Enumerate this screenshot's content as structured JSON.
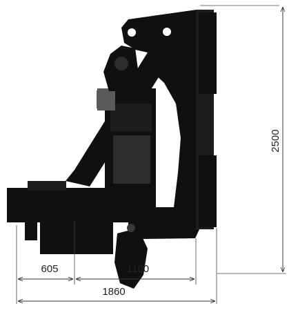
{
  "figure": {
    "subject": "side-view technical drawing of a heavy attachment with overall dimensions"
  },
  "dimensions": {
    "height": {
      "label": "2500",
      "value": 2500
    },
    "width_left": {
      "label": "605",
      "value": 605
    },
    "width_right": {
      "label": "1100",
      "value": 1100
    },
    "width_total": {
      "label": "1860",
      "value": 1860
    }
  },
  "colors": {
    "machine_body": "#101010",
    "dimension_lines": "#333333",
    "background": "#ffffff"
  }
}
